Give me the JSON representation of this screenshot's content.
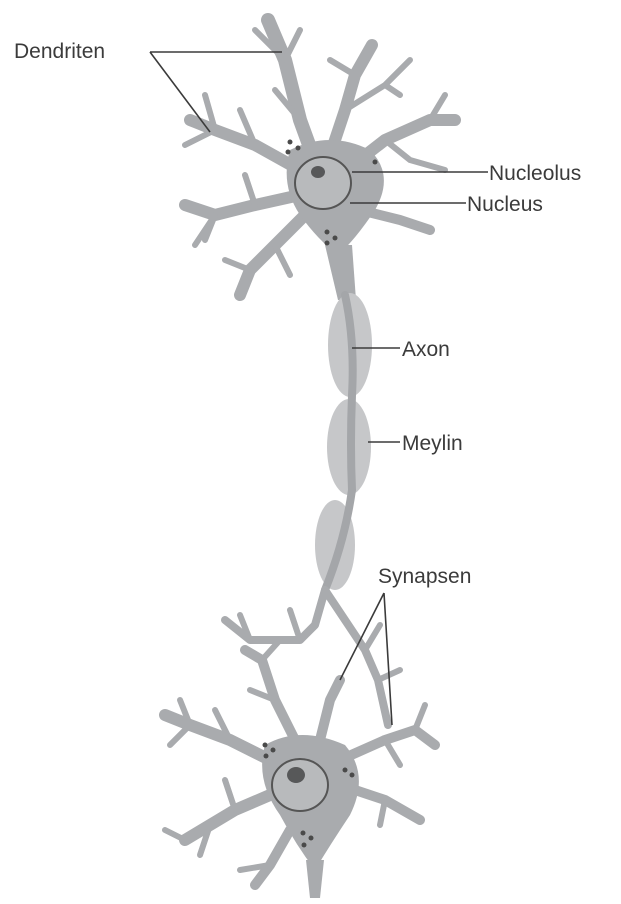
{
  "labels": {
    "dendrites": "Dendriten",
    "nucleolus": "Nucleolus",
    "nucleus": "Nucleus",
    "axon": "Axon",
    "myelin": "Meylin",
    "synapses": "Synapsen"
  },
  "colors": {
    "cell": "#a9abae",
    "myelin": "#c6c7c9",
    "text": "#3b3b3b"
  }
}
